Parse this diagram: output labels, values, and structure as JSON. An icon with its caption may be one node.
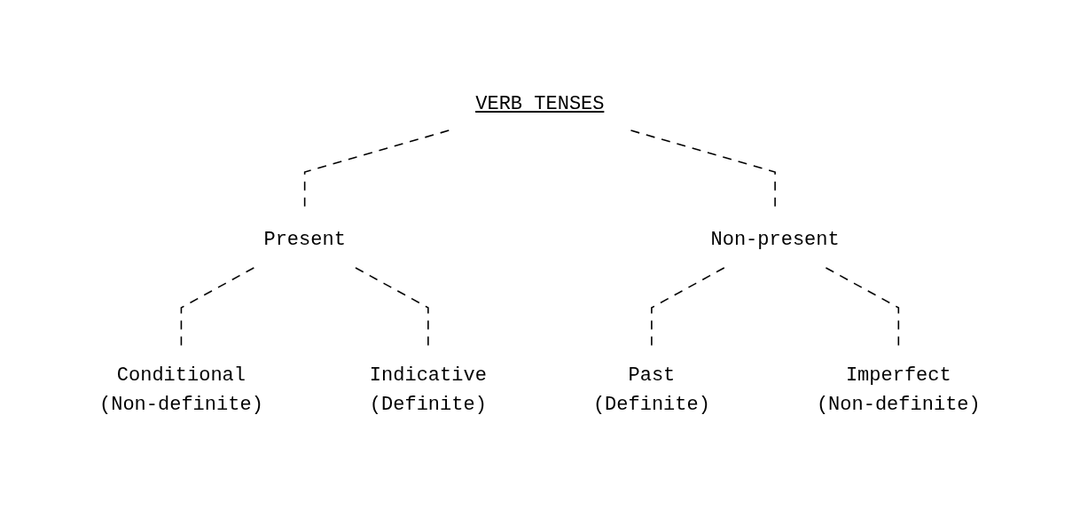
{
  "diagram": {
    "nodes": [
      {
        "text": [
          "VERB TENSES"
        ]
      },
      {
        "text": [
          "Present"
        ]
      },
      {
        "text": [
          "Non-present"
        ]
      },
      {
        "text": [
          "Conditional",
          "(Non-definite)"
        ]
      },
      {
        "text": [
          "Indicative",
          "(Definite)"
        ]
      },
      {
        "text": [
          "Past",
          "(Definite)"
        ]
      },
      {
        "text": [
          "Imperfect",
          "(Non-definite)"
        ]
      }
    ],
    "edges": [
      {
        "from": 0,
        "to": 1,
        "arrow": "none",
        "style": "dashed"
      },
      {
        "from": 0,
        "to": 2,
        "arrow": "none",
        "style": "dashed"
      },
      {
        "from": 1,
        "to": 3,
        "arrow": "none",
        "style": "dashed"
      },
      {
        "from": 1,
        "to": 4,
        "arrow": "none",
        "style": "dashed"
      },
      {
        "from": 2,
        "to": 5,
        "arrow": "none",
        "style": "dashed"
      },
      {
        "from": 2,
        "to": 6,
        "arrow": "none",
        "style": "dashed"
      }
    ]
  }
}
